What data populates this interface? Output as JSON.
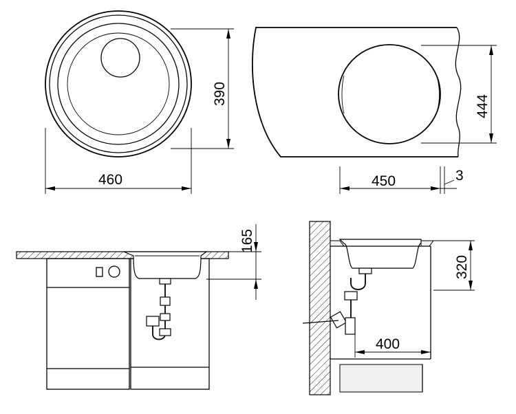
{
  "dimensions": {
    "top_view_width": "460",
    "top_view_depth": "390",
    "side_view_bowl_width": "444",
    "side_view_cutout_width": "450",
    "side_view_rim_thickness": "3",
    "install_depth": "165",
    "front_install_height": "320",
    "front_install_distance": "400"
  },
  "colors": {
    "line": "#000000",
    "background": "#ffffff",
    "panel_fill": "#f0f0f0"
  }
}
